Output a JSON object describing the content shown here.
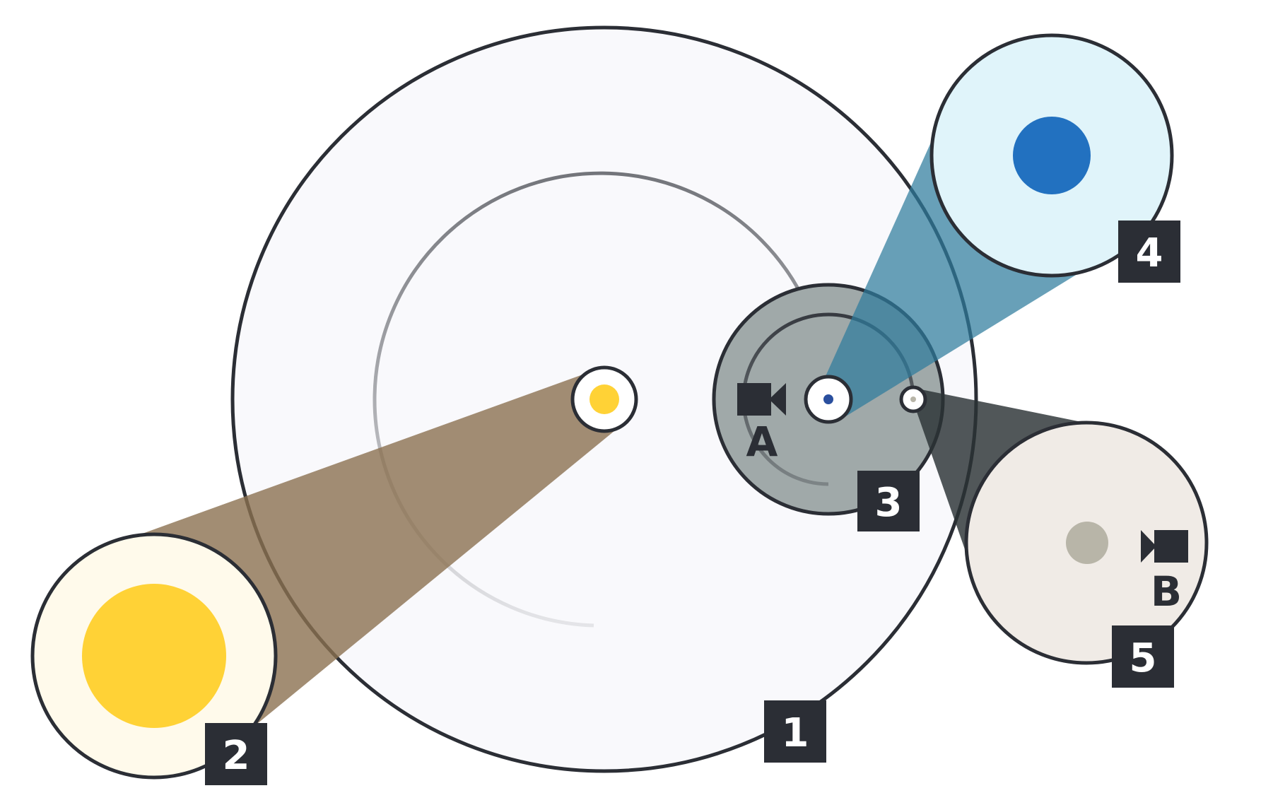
{
  "diagram": {
    "callouts": [
      {
        "id": "1",
        "label": "1"
      },
      {
        "id": "2",
        "label": "2"
      },
      {
        "id": "3",
        "label": "3"
      },
      {
        "id": "4",
        "label": "4"
      },
      {
        "id": "5",
        "label": "5"
      }
    ],
    "cameras": [
      {
        "id": "A",
        "label": "A"
      },
      {
        "id": "B",
        "label": "B"
      }
    ],
    "colors": {
      "outline": "#2b2e35",
      "sun": "#ffd236",
      "sun_halo": "#fffaeb",
      "sun_beam": "#8b7150",
      "planet": "#2271c0",
      "planet_halo": "#e0f4fa",
      "planet_beam": "#2e7b9c",
      "moon": "#b8b5a8",
      "moon_halo": "#f0ebe6",
      "moon_beam": "#2b3234",
      "system_fill": "#f9f9fc",
      "subsystem_fill": "#a0a9a9",
      "badge": "#2b2e35"
    }
  }
}
